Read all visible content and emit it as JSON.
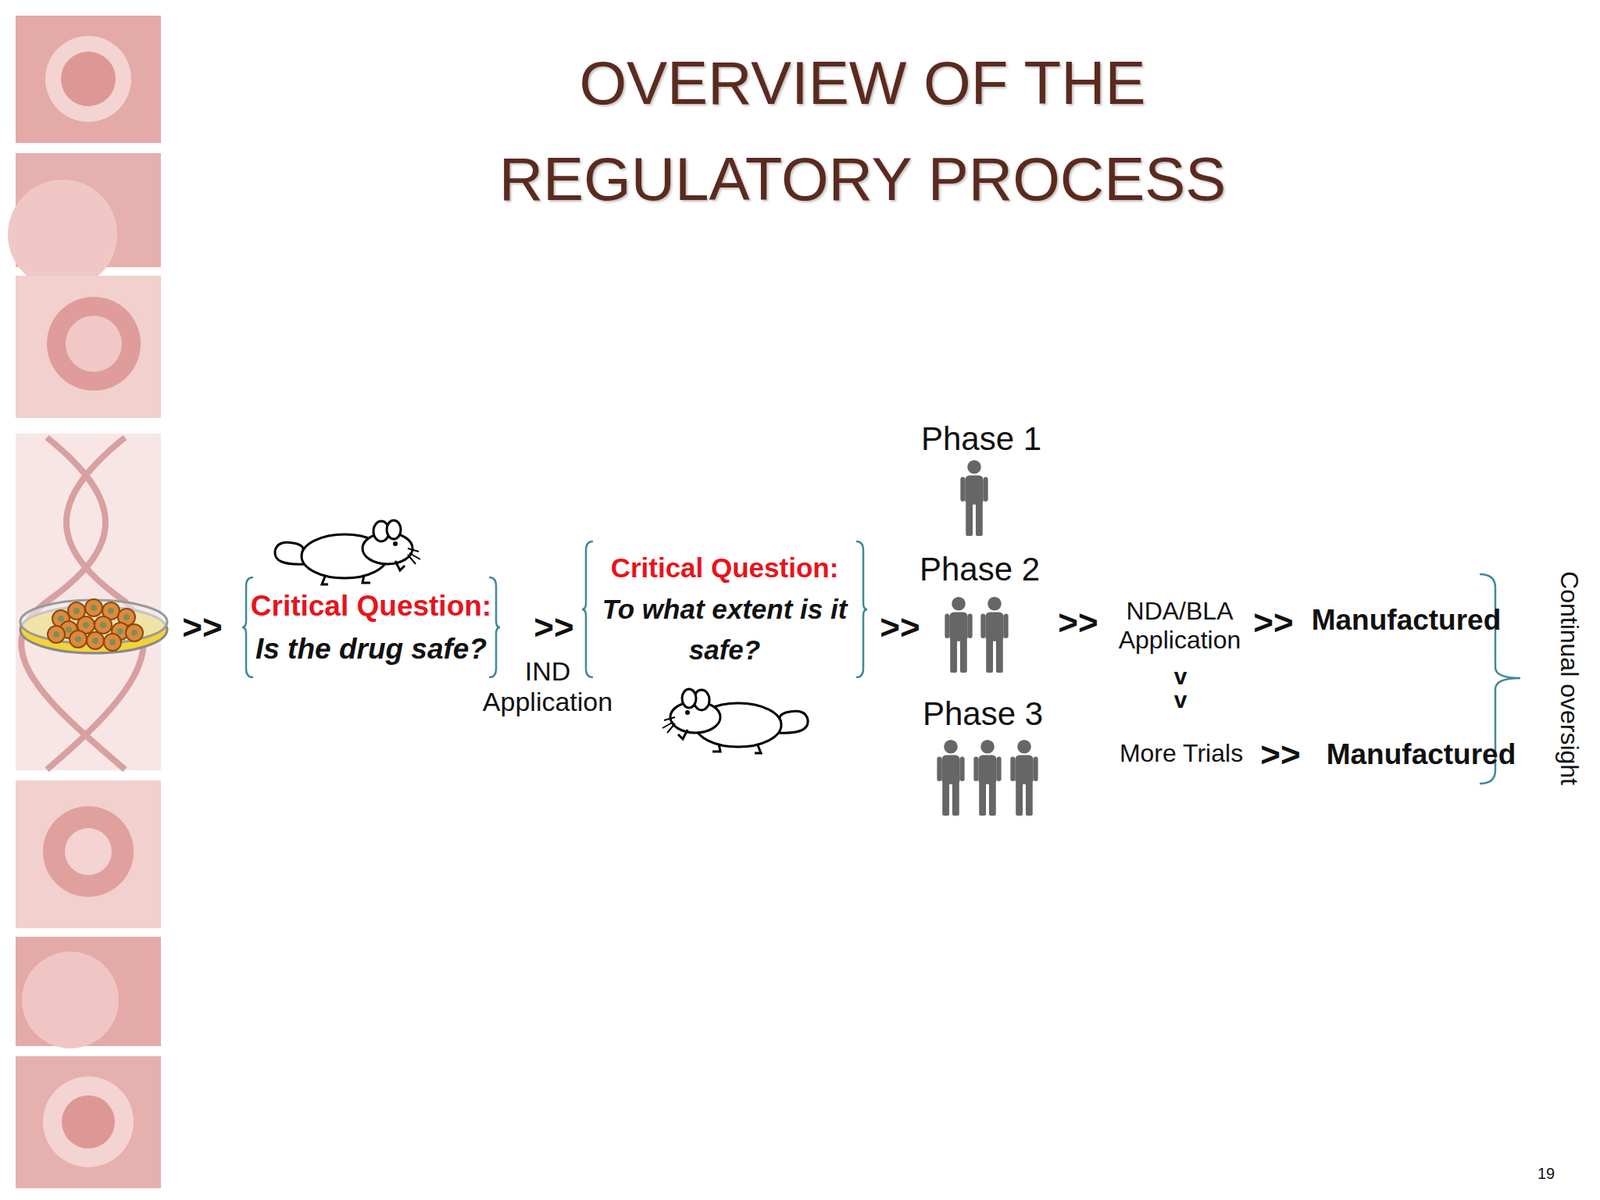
{
  "diagram": {
    "title": "OVERVIEW OF THE REGULATORY PROCESS",
    "nodes": [
      {
        "text": [
          "Critical Question:",
          "Is the drug safe?"
        ]
      },
      {
        "text": [
          "Critical Question:",
          "To what extent is it safe?"
        ]
      }
    ],
    "labels": [
      ">>",
      ">>",
      "IND Application",
      ">>",
      "Phase 1",
      "Phase 2",
      "Phase 3",
      ">>",
      "NDA/BLA Application",
      ">>",
      "Manufactured",
      "v",
      "v",
      "More Trials",
      ">>",
      "Manufactured",
      "Continual oversight",
      "19"
    ]
  }
}
